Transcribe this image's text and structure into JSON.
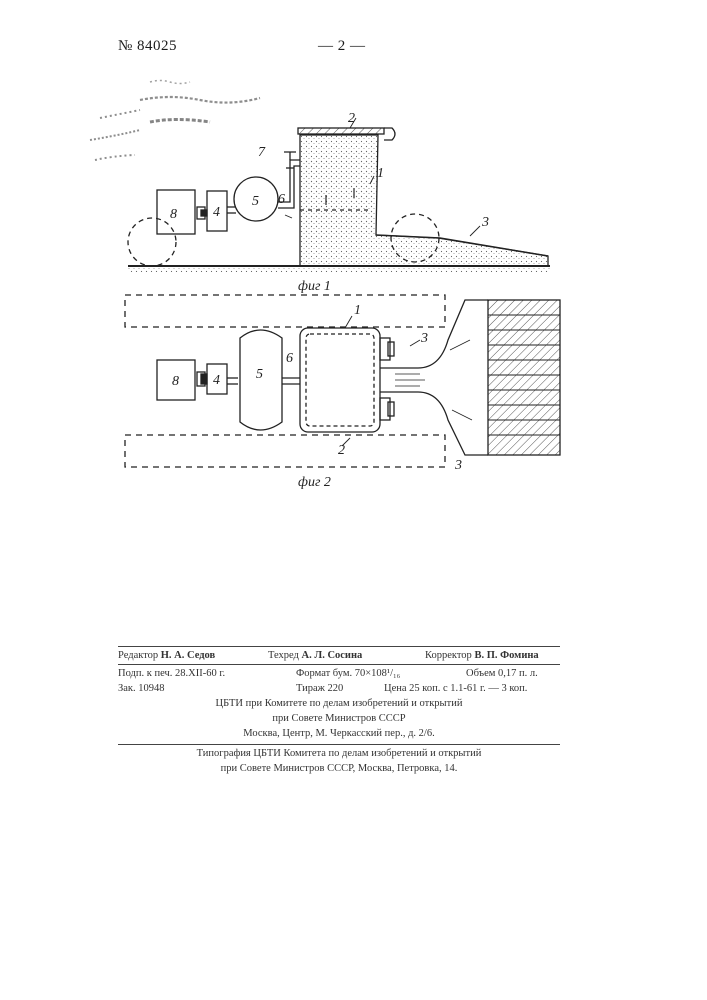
{
  "header": {
    "patent_number": "№ 84025",
    "page_number": "— 2 —"
  },
  "figure1": {
    "caption": "фиг 1",
    "labels": [
      "1",
      "2",
      "3",
      "4",
      "5",
      "6",
      "7",
      "8"
    ]
  },
  "figure2": {
    "caption": "фиг 2",
    "labels": [
      "1",
      "2",
      "3",
      "3",
      "4",
      "5",
      "6",
      "8"
    ]
  },
  "imprint": {
    "editor": "Редактор",
    "editor_name": "Н. А. Седов",
    "tech_editor": "Техред",
    "tech_editor_name": "А. Л. Сосина",
    "corrector": "Корректор",
    "corrector_name": "В. П. Фомина",
    "line1_left": "Подп. к печ. 28.XII-60 г.",
    "line1_mid": "Формат бум. 70×108¹/₁₆",
    "line1_right": "Объем 0,17 п. л.",
    "line2_left": "Зак. 10948",
    "line2_mid": "Тираж 220",
    "line2_right": "Цена 25 коп. с 1.1-61 г. — 3 коп.",
    "org1": "ЦБТИ при Комитете по делам изобретений и открытий",
    "org2": "при Совете Министров СССР",
    "org3": "Москва, Центр, М. Черкасский пер., д. 2/6.",
    "print1": "Типография ЦБТИ Комитета по делам изобретений и открытий",
    "print2": "при Совете Министров СССР, Москва, Петровка, 14."
  }
}
